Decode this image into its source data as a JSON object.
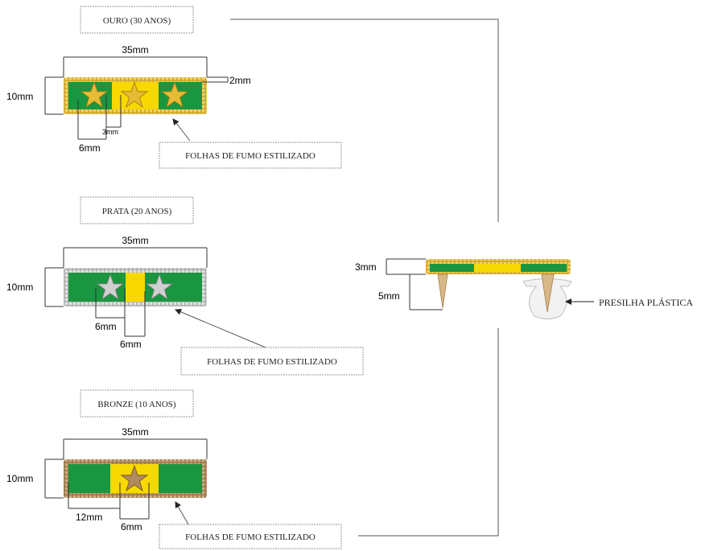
{
  "colors": {
    "green": "#1a9640",
    "yellow": "#f7d800",
    "gold": "#d9b23a",
    "silver": "#c4c4c4",
    "bronze": "#b28a5e",
    "line": "#555555"
  },
  "medals": [
    {
      "id": "ouro",
      "title": "OURO (30 ANOS)",
      "width_label": "35mm",
      "height_label": "10mm",
      "border_label": "2mm",
      "gap_label": "3mm",
      "star_label": "6mm",
      "annotation": "FOLHAS DE FUMO ESTILIZADO",
      "stars": 3
    },
    {
      "id": "prata",
      "title": "PRATA (20 ANOS)",
      "width_label": "35mm",
      "height_label": "10mm",
      "star_label": "6mm",
      "star_label_2": "6mm",
      "annotation": "FOLHAS DE FUMO ESTILIZADO",
      "stars": 2
    },
    {
      "id": "bronze",
      "title": "BRONZE (10 ANOS)",
      "width_label": "35mm",
      "height_label": "10mm",
      "offset_label": "12mm",
      "star_label": "6mm",
      "annotation": "FOLHAS DE FUMO ESTILIZADO",
      "stars": 1
    }
  ],
  "side_view": {
    "thickness_label": "3mm",
    "pin_label": "5mm",
    "clip_label": "PRESILHA PLÁSTICA"
  }
}
